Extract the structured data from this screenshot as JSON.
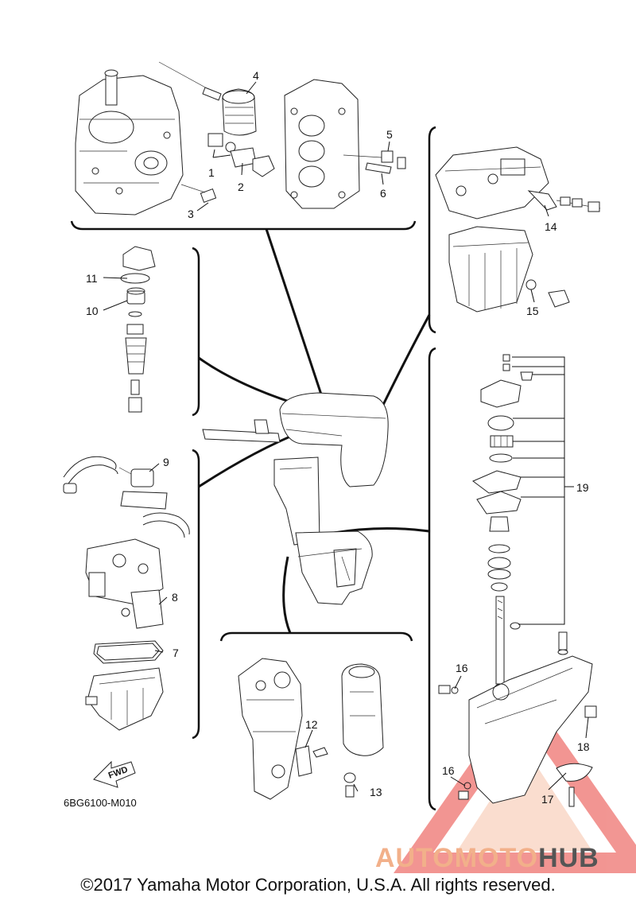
{
  "diagram": {
    "callouts": [
      "1",
      "2",
      "3",
      "4",
      "5",
      "6",
      "7",
      "8",
      "9",
      "10",
      "11",
      "12",
      "13",
      "14",
      "15",
      "16",
      "16",
      "17",
      "18",
      "19"
    ],
    "fwd_label": "FWD",
    "code": "6BG6100-M010"
  },
  "watermark": {
    "part1": "AUTOMOTO",
    "part2": "HUB",
    "color_accent": "#e8403a",
    "color_light": "#f2b08a",
    "color_dark": "#555555"
  },
  "footer": {
    "copyright": "©2017 Yamaha Motor Corporation, U.S.A. All rights reserved."
  }
}
